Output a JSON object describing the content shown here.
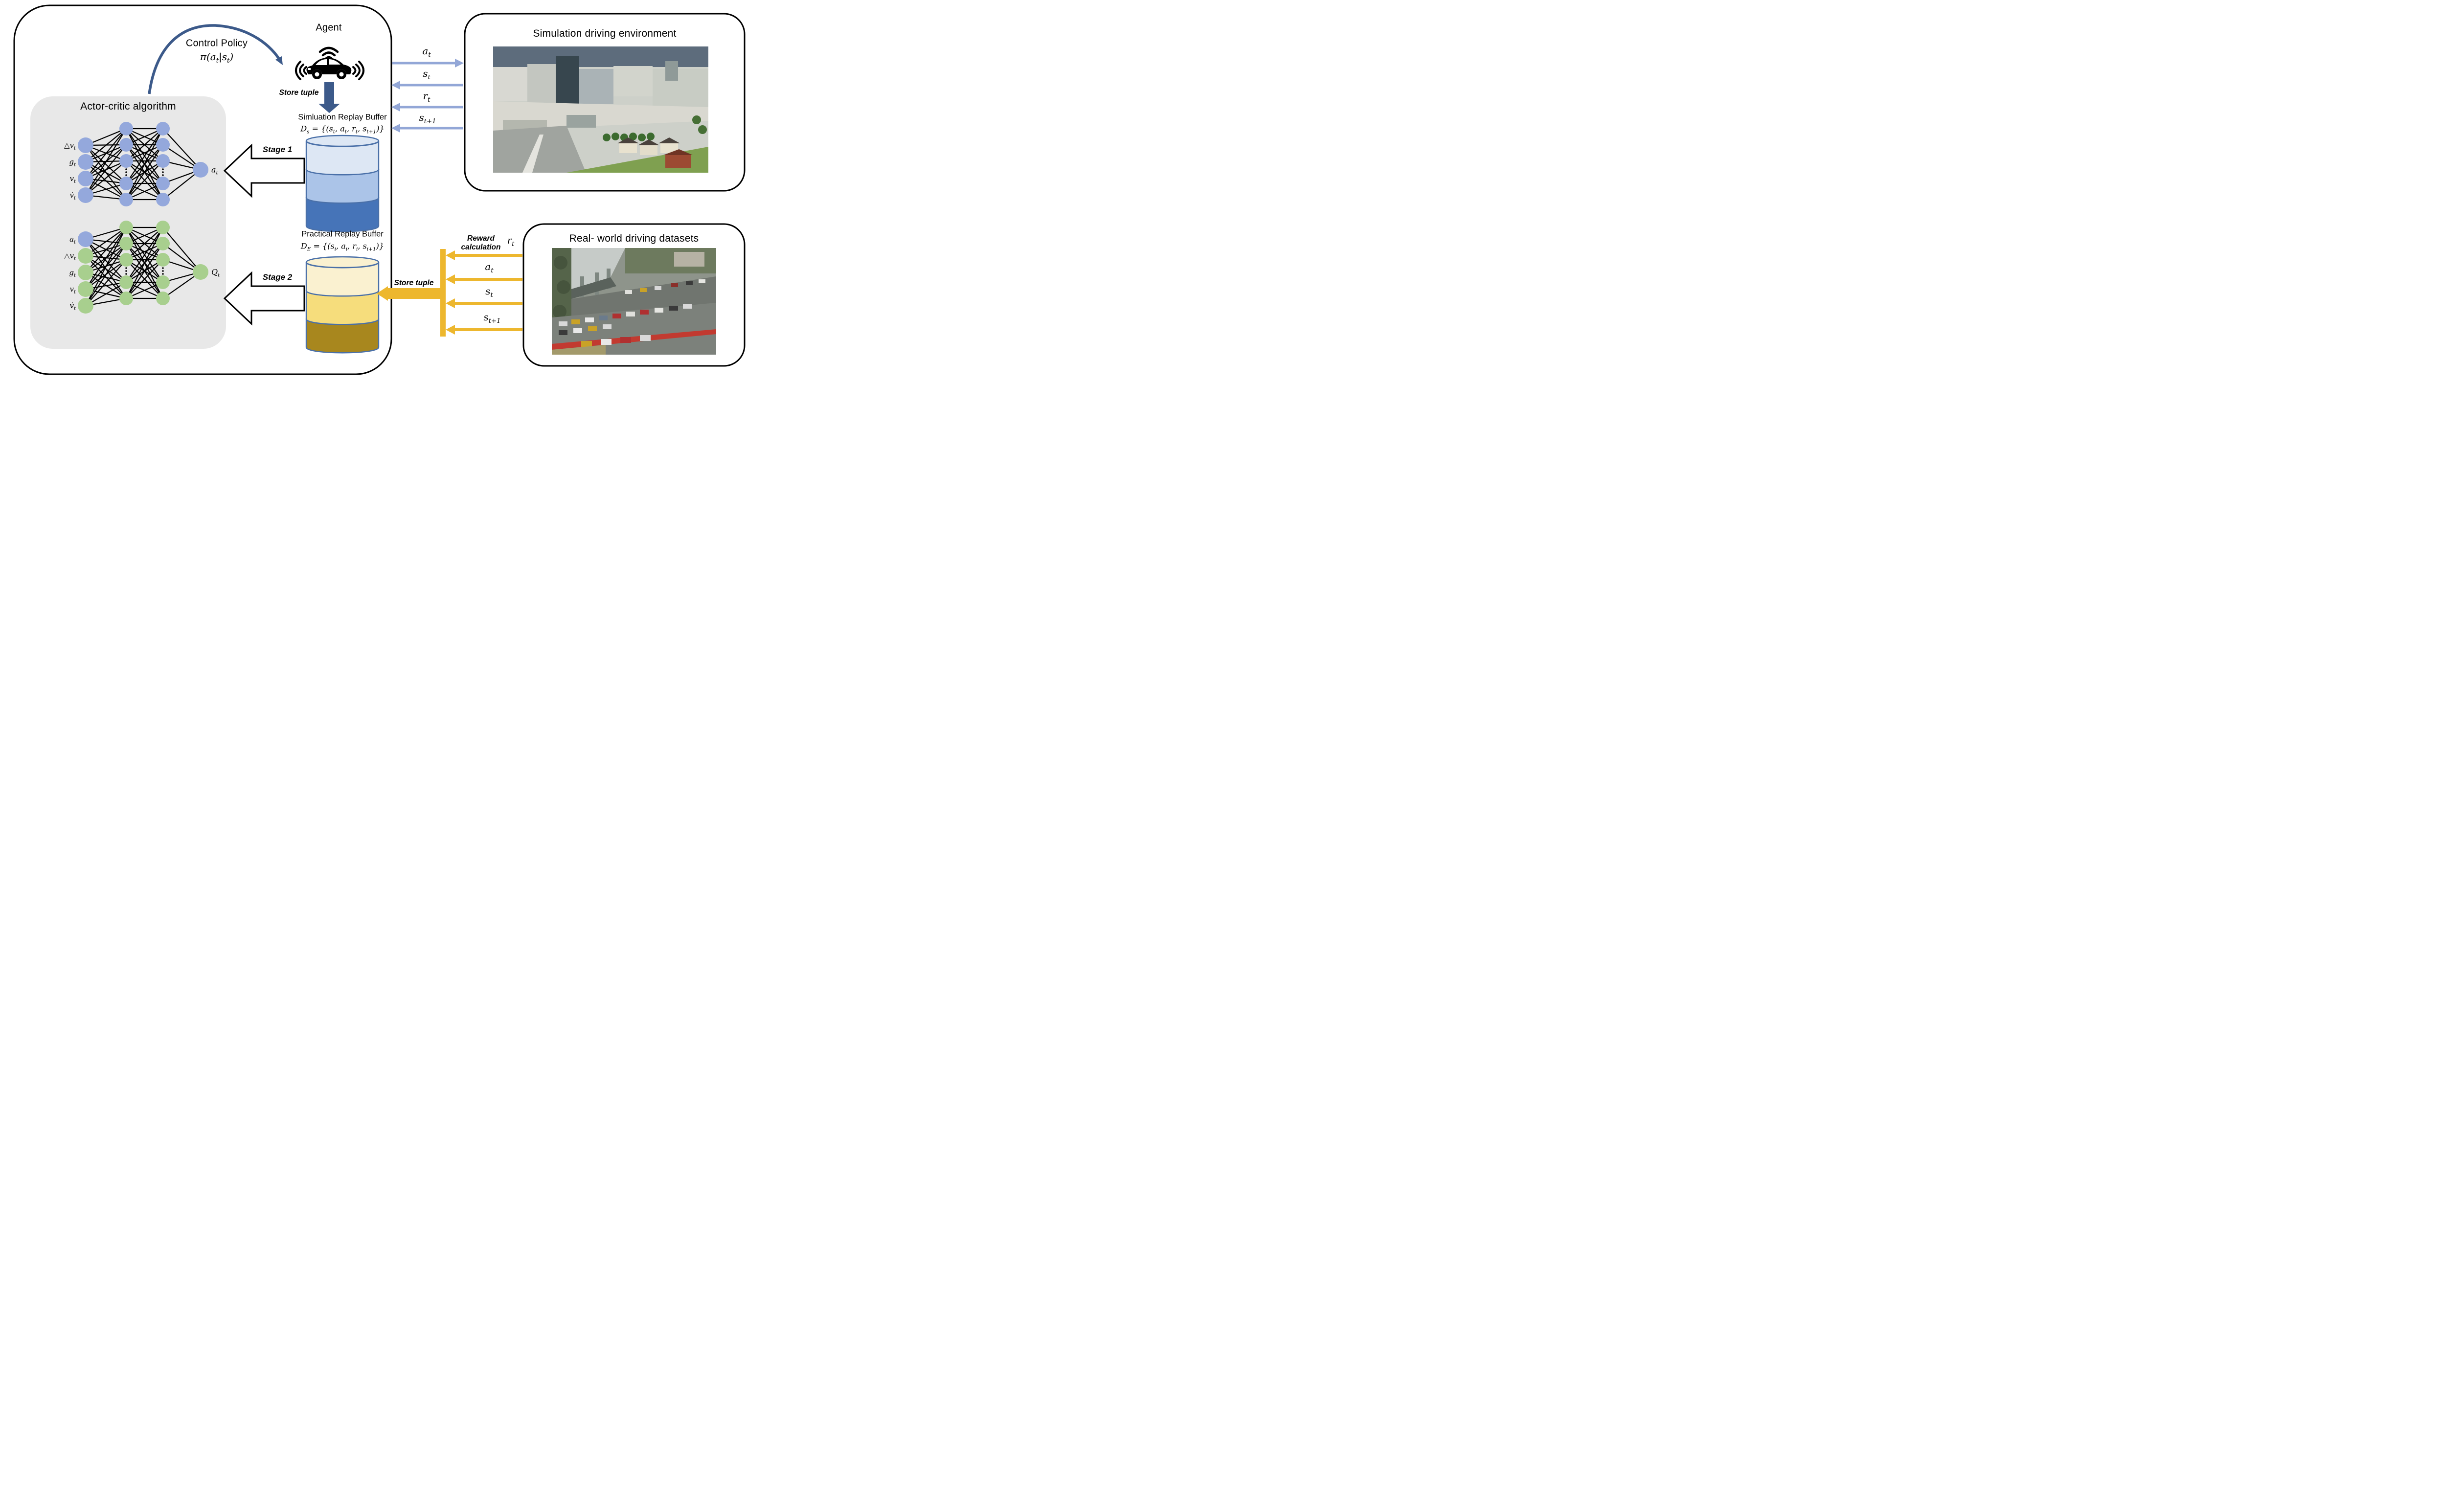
{
  "colors": {
    "panel_gray": "#e8e8e8",
    "node_blue": "#94a8dc",
    "node_green": "#a8cf8e",
    "navy_arrow": "#3c5a8a",
    "channel_blue": "#93a7d7",
    "buffer_blue_light": "#dde7f4",
    "buffer_blue_mid": "#abc4e8",
    "buffer_blue_dark": "#4674b8",
    "buffer_stroke": "#4a70a8",
    "buffer_gold_light": "#faf1d0",
    "buffer_gold_mid": "#f6dd7c",
    "buffer_gold_dark": "#a8871e",
    "yellow_arrow": "#edb72e"
  },
  "diagram": {
    "agent_loop": {
      "agent_label": "Agent",
      "control_policy_label": "Control Policy",
      "control_policy_formula": "π(a_t|s_t)",
      "store_tuple_label": "Store tuple",
      "simulation_buffer_title": "Simluation Replay Buffer",
      "simulation_buffer_formula": "D_s = {(s_t, a_t, r_t, s_{t+1})}",
      "practical_buffer_title": "Practical Replay Buffer",
      "practical_buffer_formula": "D_E = {(s_i, a_i, r_i, s_{i+1})}",
      "stage1_label": "Stage 1",
      "stage2_label": "Stage 2"
    },
    "actor_critic": {
      "title": "Actor-critic algorithm",
      "actor_inputs": [
        "△v_t",
        "g_t",
        "v_t",
        "v̇_t"
      ],
      "actor_output": "a_t",
      "critic_inputs": [
        "a_t",
        "△v_t",
        "g_t",
        "v_t",
        "v̇_t"
      ],
      "critic_output": "Q_t"
    },
    "simulation_channel": {
      "action": "a_t",
      "state": "s_t",
      "reward": "r_t",
      "next_state": "s_{t+1}"
    },
    "real_channel": {
      "reward_note_line1": "Reward",
      "reward_note_line2": "calculation",
      "reward": "r_t",
      "action": "a_t",
      "state": "s_t",
      "next_state": "s_{t+1}",
      "store_tuple_label": "Store tuple"
    },
    "simulation_env": {
      "title": "Simulation driving environment"
    },
    "real_world": {
      "title": "Real- world driving datasets"
    }
  }
}
